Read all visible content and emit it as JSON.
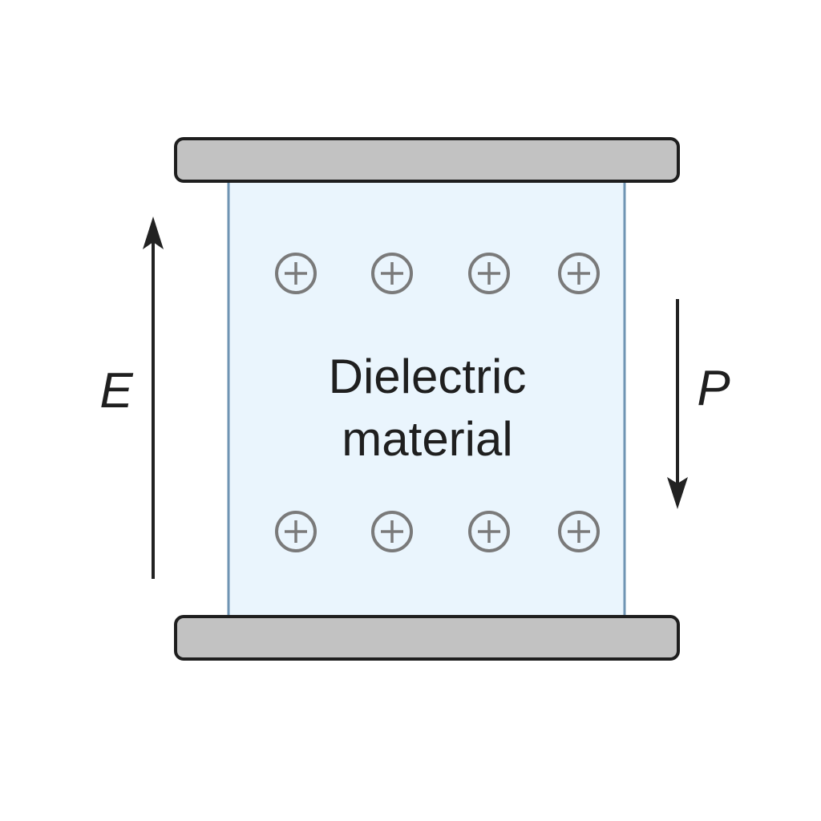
{
  "diagram": {
    "title": "Capacitor with dielectric material",
    "dielectric_label_line1": "Dielectric",
    "dielectric_label_line2": "material",
    "field_label": "E",
    "polarization_label": "P",
    "field_direction": "up",
    "polarization_direction": "down",
    "charge_symbol": "+",
    "charges": {
      "top_row_count": 4,
      "bottom_row_count": 4
    },
    "colors": {
      "plate_fill": "#c2c2c2",
      "plate_stroke": "#1e1e1e",
      "dielectric_fill": "#eaf5fd",
      "dielectric_border": "#6f94b3",
      "charge_stroke": "#7a7a7a",
      "arrow": "#222222",
      "text": "#1f1f1f"
    }
  }
}
